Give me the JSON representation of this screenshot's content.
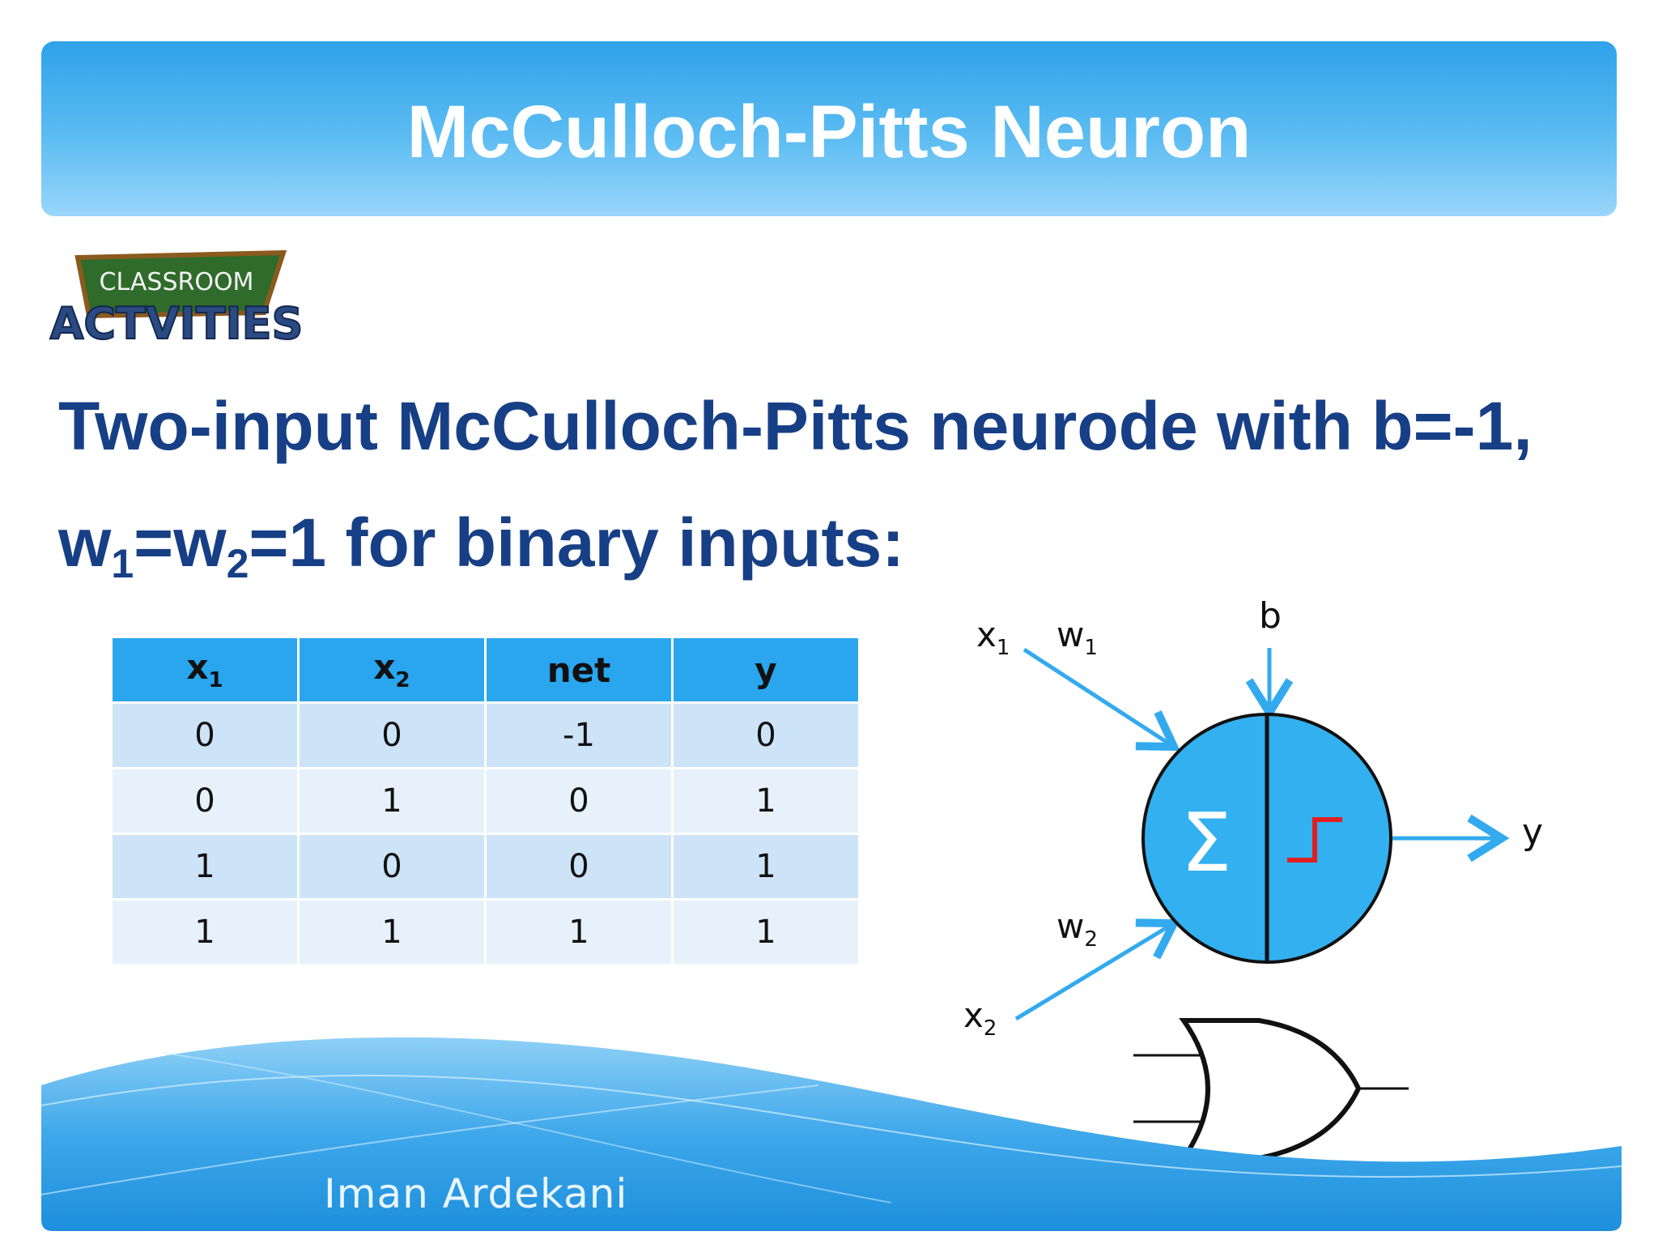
{
  "slide": {
    "title": "McCulloch-Pitts Neuron",
    "logo": {
      "line1": "CLASSROOM",
      "line2": "ACTVITIES"
    },
    "heading_line1": "Two-input McCulloch-Pitts neurode with b=-1,",
    "heading_line2": {
      "w1": "w",
      "sub1": "1",
      "eq1": "=w",
      "sub2": "2",
      "rest": "=1 for binary inputs:"
    },
    "author": "Iman Ardekani"
  },
  "table": {
    "headers": [
      {
        "base": "x",
        "sub": "1"
      },
      {
        "base": "x",
        "sub": "2"
      },
      {
        "base": "net",
        "sub": ""
      },
      {
        "base": "y",
        "sub": ""
      }
    ],
    "rows": [
      [
        "0",
        "0",
        "-1",
        "0"
      ],
      [
        "0",
        "1",
        "0",
        "1"
      ],
      [
        "1",
        "0",
        "0",
        "1"
      ],
      [
        "1",
        "1",
        "1",
        "1"
      ]
    ]
  },
  "diagram": {
    "x1": "x",
    "x1_sub": "1",
    "w1": "w",
    "w1_sub": "1",
    "x2": "x",
    "x2_sub": "2",
    "w2": "w",
    "w2_sub": "2",
    "b": "b",
    "y": "y",
    "sigma": "Σ",
    "colors": {
      "neuron": "#33b0f0",
      "arrow": "#33aaee",
      "step": "#e02020"
    }
  }
}
